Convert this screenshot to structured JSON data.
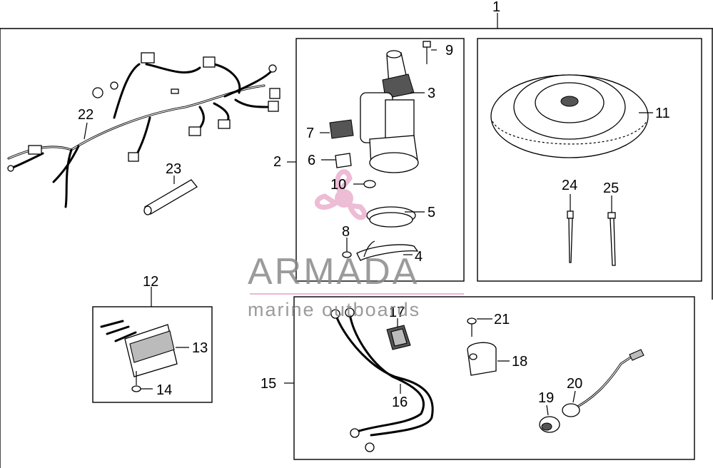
{
  "labels": {
    "l1": "1",
    "l2": "2",
    "l3": "3",
    "l4": "4",
    "l5": "5",
    "l6": "6",
    "l7": "7",
    "l8": "8",
    "l9": "9",
    "l10": "10",
    "l11": "11",
    "l12": "12",
    "l13": "13",
    "l14": "14",
    "l15": "15",
    "l16": "16",
    "l17": "17",
    "l18": "18",
    "l19": "19",
    "l20": "20",
    "l21": "21",
    "l22": "22",
    "l23": "23",
    "l24": "24",
    "l25": "25"
  },
  "watermark": {
    "brand": "ARMADA",
    "tagline": "marine outboards",
    "accent_color": "#e7a6c8"
  }
}
